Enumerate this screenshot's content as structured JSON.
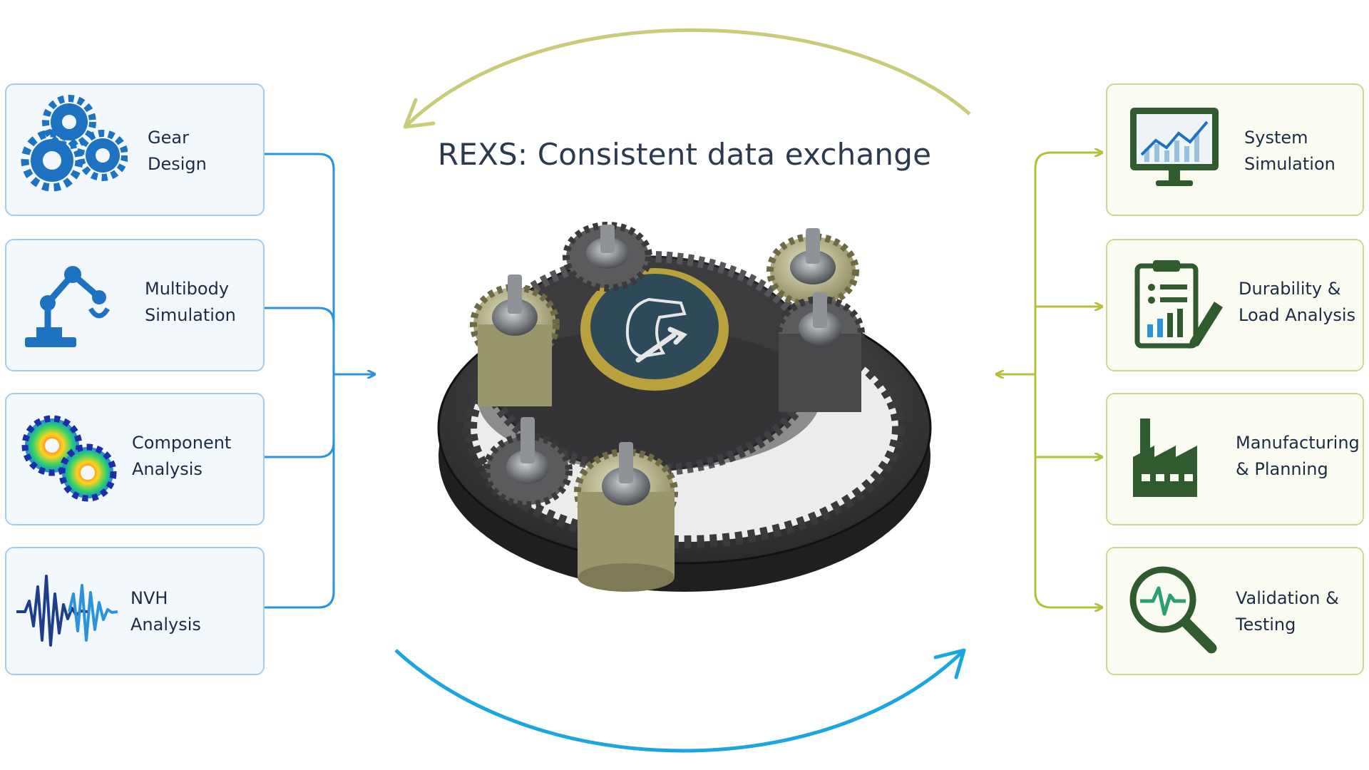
{
  "title": "REXS: Consistent data exchange",
  "inputs": [
    {
      "label": "Gear\nDesign",
      "icon": "gears-icon"
    },
    {
      "label": "Multibody\nSimulation",
      "icon": "robot-arm-icon"
    },
    {
      "label": "Component\nAnalysis",
      "icon": "fea-gears-icon"
    },
    {
      "label": "NVH\nAnalysis",
      "icon": "waveform-icon"
    }
  ],
  "outputs": [
    {
      "label": "System\nSimulation",
      "icon": "monitor-chart-icon"
    },
    {
      "label": "Durability &\nLoad Analysis",
      "icon": "clipboard-chart-icon"
    },
    {
      "label": "Manufacturing\n& Planning",
      "icon": "factory-icon"
    },
    {
      "label": "Validation &\nTesting",
      "icon": "magnifier-pulse-icon"
    }
  ],
  "colors": {
    "input_accent": "#2b93dc",
    "output_accent": "#b5c03a",
    "icon_blue": "#1e72c2",
    "icon_green": "#2f5b2e",
    "top_arrow": "#c8cc7a",
    "bottom_arrow": "#1aa6e0"
  }
}
